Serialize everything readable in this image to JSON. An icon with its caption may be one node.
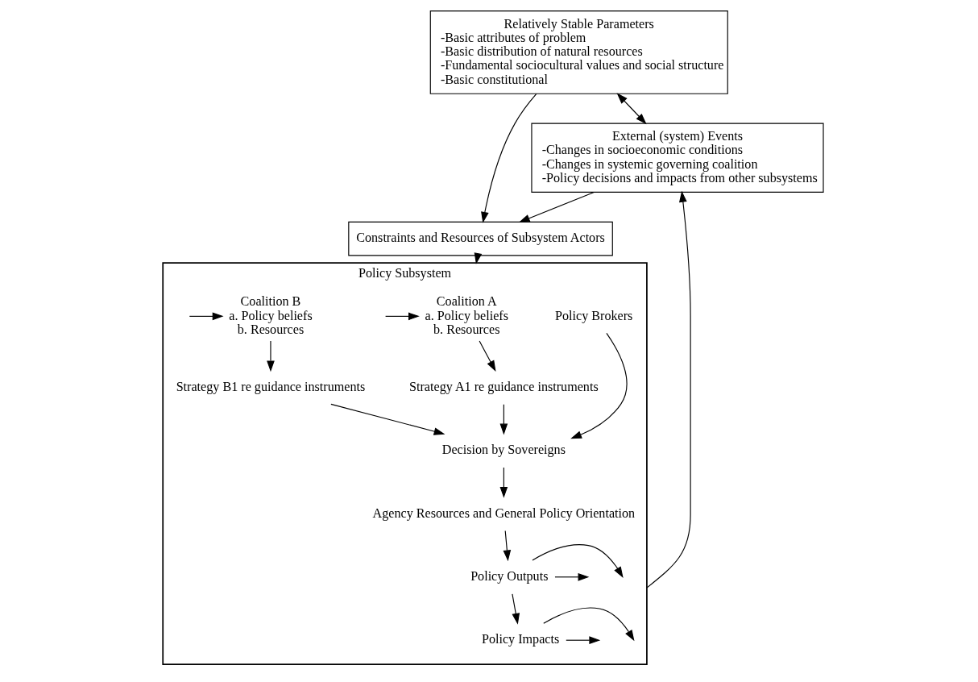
{
  "diagram": {
    "nodes": [
      {
        "text": [
          "Relatively Stable Parameters",
          "-Basic attributes of problem",
          "-Basic distribution of natural resources",
          "-Fundamental sociocultural values and social structure",
          "-Basic constitutional"
        ]
      },
      {
        "text": [
          "External (system) Events",
          "-Changes in socioeconomic conditions",
          "-Changes in systemic governing coalition",
          "-Policy decisions and impacts from other subsystems"
        ]
      },
      {
        "text": [
          "Constraints and Resources of Subsystem Actors"
        ]
      },
      {
        "text": [
          "Policy Subsystem"
        ]
      },
      {
        "text": [
          "Coalition A",
          "a. Policy beliefs",
          "b. Resources"
        ],
        "in": 3
      },
      {
        "text": [
          "Policy Brokers"
        ],
        "in": 3
      },
      {
        "text": [
          "Coalition B",
          "a. Policy beliefs",
          "b. Resources"
        ],
        "in": 3
      },
      {
        "text": [
          "Strategy A1 re guidance instruments"
        ],
        "in": 3
      },
      {
        "text": [
          "Strategy B1 re guidance instruments"
        ],
        "in": 3
      },
      {
        "text": [
          "Decision by Sovereigns"
        ],
        "in": 3
      },
      {
        "text": [
          "Agency Resources and General Policy Orientation"
        ],
        "in": 3
      },
      {
        "text": [
          "Policy Outputs"
        ],
        "in": 3
      },
      {
        "text": [
          "Policy Impacts"
        ],
        "in": 3
      }
    ],
    "edges": [
      {
        "from": 0,
        "to": 2,
        "arrow": "to"
      },
      {
        "from": 0,
        "to": 1,
        "arrow": "both"
      },
      {
        "from": 1,
        "to": 2,
        "arrow": "to"
      },
      {
        "from": 2,
        "to": 3,
        "arrow": "to"
      },
      {
        "from": null,
        "to": 4,
        "arrow": "to"
      },
      {
        "from": 4,
        "to": 7,
        "arrow": "to"
      },
      {
        "from": 5,
        "to": 9,
        "arrow": "to"
      },
      {
        "from": null,
        "to": 6,
        "arrow": "to"
      },
      {
        "from": 6,
        "to": 8,
        "arrow": "to"
      },
      {
        "from": 7,
        "to": 9,
        "arrow": "to"
      },
      {
        "from": 8,
        "to": 9,
        "arrow": "to"
      },
      {
        "from": 9,
        "to": 10,
        "arrow": "to"
      },
      {
        "from": 10,
        "to": 11,
        "arrow": "to"
      },
      {
        "from": 11,
        "to": null,
        "arrow": "to"
      },
      {
        "from": 11,
        "to": null,
        "arrow": "to"
      },
      {
        "from": 11,
        "to": 12,
        "arrow": "to"
      },
      {
        "from": 12,
        "to": null,
        "arrow": "to"
      },
      {
        "from": 12,
        "to": null,
        "arrow": "to"
      },
      {
        "from": 3,
        "to": 1,
        "arrow": "to"
      }
    ]
  }
}
